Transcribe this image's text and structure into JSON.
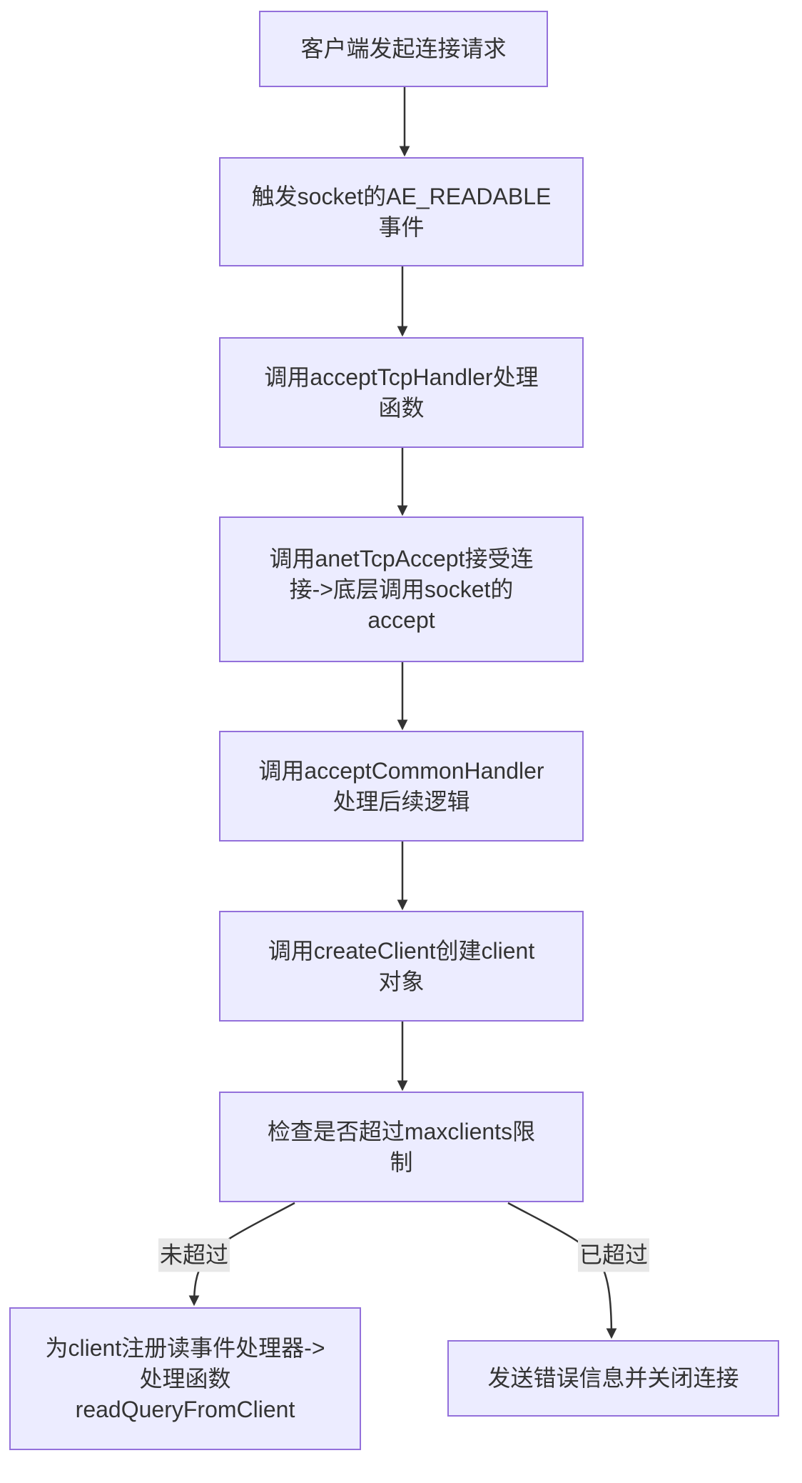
{
  "diagram": {
    "type": "flowchart",
    "direction": "top-down",
    "nodes": [
      {
        "id": "A",
        "label": "客户端发起连接请求"
      },
      {
        "id": "B",
        "label": "触发socket的AE_READABLE\n事件"
      },
      {
        "id": "C",
        "label": "调用acceptTcpHandler处理\n函数"
      },
      {
        "id": "D",
        "label": "调用anetTcpAccept接受连\n接->底层调用socket的\naccept"
      },
      {
        "id": "E",
        "label": "调用acceptCommonHandler\n处理后续逻辑"
      },
      {
        "id": "F",
        "label": "调用createClient创建client\n对象"
      },
      {
        "id": "G",
        "label": "检查是否超过maxclients限\n制"
      },
      {
        "id": "H",
        "label": "为client注册读事件处理器->\n处理函数\nreadQueryFromClient"
      },
      {
        "id": "I",
        "label": "发送错误信息并关闭连接"
      }
    ],
    "edges": [
      {
        "from": "A",
        "to": "B",
        "label": ""
      },
      {
        "from": "B",
        "to": "C",
        "label": ""
      },
      {
        "from": "C",
        "to": "D",
        "label": ""
      },
      {
        "from": "D",
        "to": "E",
        "label": ""
      },
      {
        "from": "E",
        "to": "F",
        "label": ""
      },
      {
        "from": "F",
        "to": "G",
        "label": ""
      },
      {
        "from": "G",
        "to": "H",
        "label": "未超过"
      },
      {
        "from": "G",
        "to": "I",
        "label": "已超过"
      }
    ],
    "colors": {
      "node_fill": "#ECECFF",
      "node_border": "#9370DB",
      "node_text": "#333333",
      "edge_stroke": "#333333",
      "edge_label_bg": "#E8E8E8",
      "background": "#FFFFFF"
    }
  }
}
